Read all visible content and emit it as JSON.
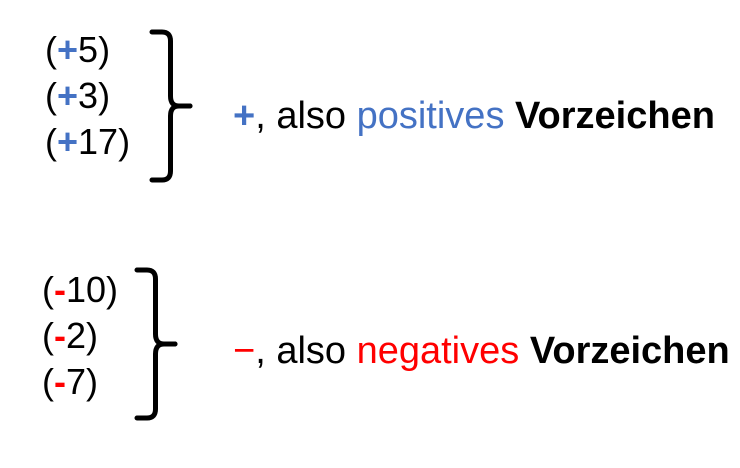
{
  "colors": {
    "positive": "#4472C4",
    "negative": "#FF0000",
    "ink": "#000000",
    "background": "#FFFFFF"
  },
  "groups": [
    {
      "name": "positive",
      "numbers": [
        {
          "open": "(",
          "sign": "+",
          "value": "5",
          "close": ")"
        },
        {
          "open": "(",
          "sign": "+",
          "value": "3",
          "close": ")"
        },
        {
          "open": "(",
          "sign": "+",
          "value": "17",
          "close": ")"
        }
      ],
      "brace_icon": "right-curly-brace",
      "label": {
        "symbol": "+",
        "separator": ", also ",
        "adjective": "positives",
        "space": " ",
        "noun": "Vorzeichen"
      }
    },
    {
      "name": "negative",
      "numbers": [
        {
          "open": "(",
          "sign": "-",
          "value": "10",
          "close": ")"
        },
        {
          "open": "(",
          "sign": "-",
          "value": "2",
          "close": ")"
        },
        {
          "open": "(",
          "sign": "-",
          "value": "7",
          "close": ")"
        }
      ],
      "brace_icon": "right-curly-brace",
      "label": {
        "symbol": "−",
        "separator": ", also ",
        "adjective": "negatives",
        "space": " ",
        "noun": "Vorzeichen"
      }
    }
  ]
}
